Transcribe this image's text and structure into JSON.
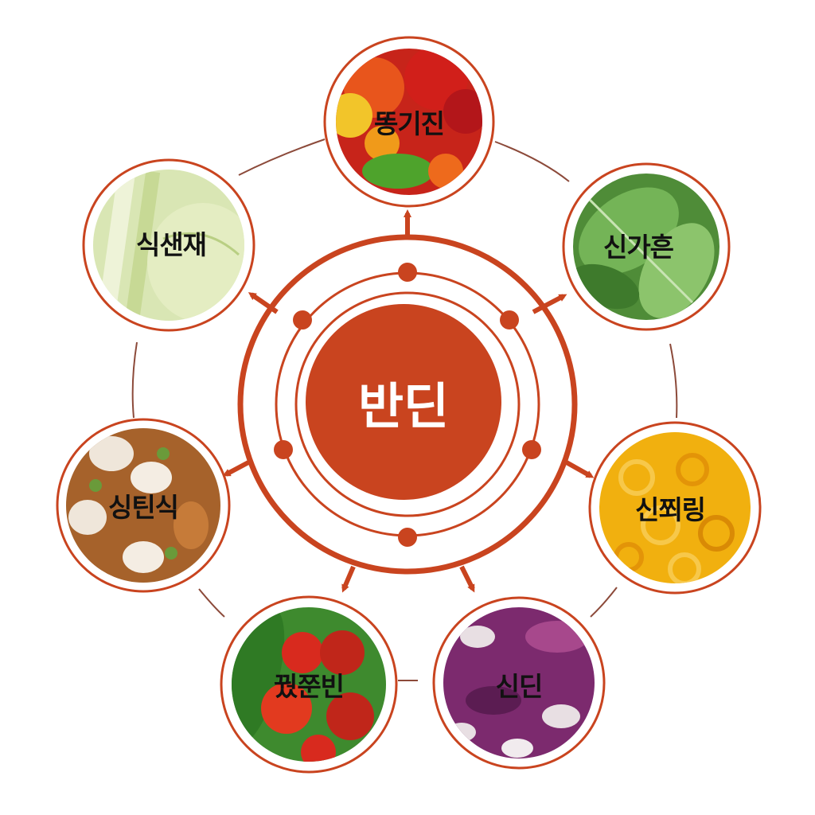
{
  "diagram": {
    "center": {
      "label": "반딘"
    },
    "nodes": [
      {
        "id": "top",
        "label": "똥기진",
        "image": "tomatoes-peppers-photo",
        "colors": [
          "#d7261b",
          "#f6a21c",
          "#e9d13a",
          "#4ea32c"
        ]
      },
      {
        "id": "upper-right",
        "label": "신가흔",
        "image": "leafy-greens-photo",
        "colors": [
          "#6aa84a",
          "#3f7a30",
          "#9ccf7e",
          "#5c9440"
        ]
      },
      {
        "id": "right",
        "label": "신쬐링",
        "image": "yellow-pasta-photo",
        "colors": [
          "#f1b00f",
          "#e79a0a",
          "#f7c84a",
          "#d98a05"
        ]
      },
      {
        "id": "lower-right",
        "label": "신딘",
        "image": "purple-beans-photo",
        "colors": [
          "#7c2a6e",
          "#a7488c",
          "#e8dfe3",
          "#5b1c52"
        ]
      },
      {
        "id": "lower-left",
        "label": "꿨쭌빈",
        "image": "tomatoes-cucumbers-photo",
        "colors": [
          "#d82a1e",
          "#3e8a2e",
          "#a9c96a",
          "#c0261a"
        ]
      },
      {
        "id": "left",
        "label": "싱틴식",
        "image": "nuts-and-beans-photo",
        "colors": [
          "#a6622b",
          "#efe6da",
          "#6a9a3a",
          "#c67b39"
        ]
      },
      {
        "id": "upper-left",
        "label": "식샌재",
        "image": "cabbage-photo",
        "colors": [
          "#d9e6b4",
          "#b9cf83",
          "#eef3d8",
          "#a9c46a"
        ]
      }
    ],
    "accent_color": "#c9441f",
    "ring_color": "#b9532c",
    "connector_color": "#8c4a3a"
  }
}
